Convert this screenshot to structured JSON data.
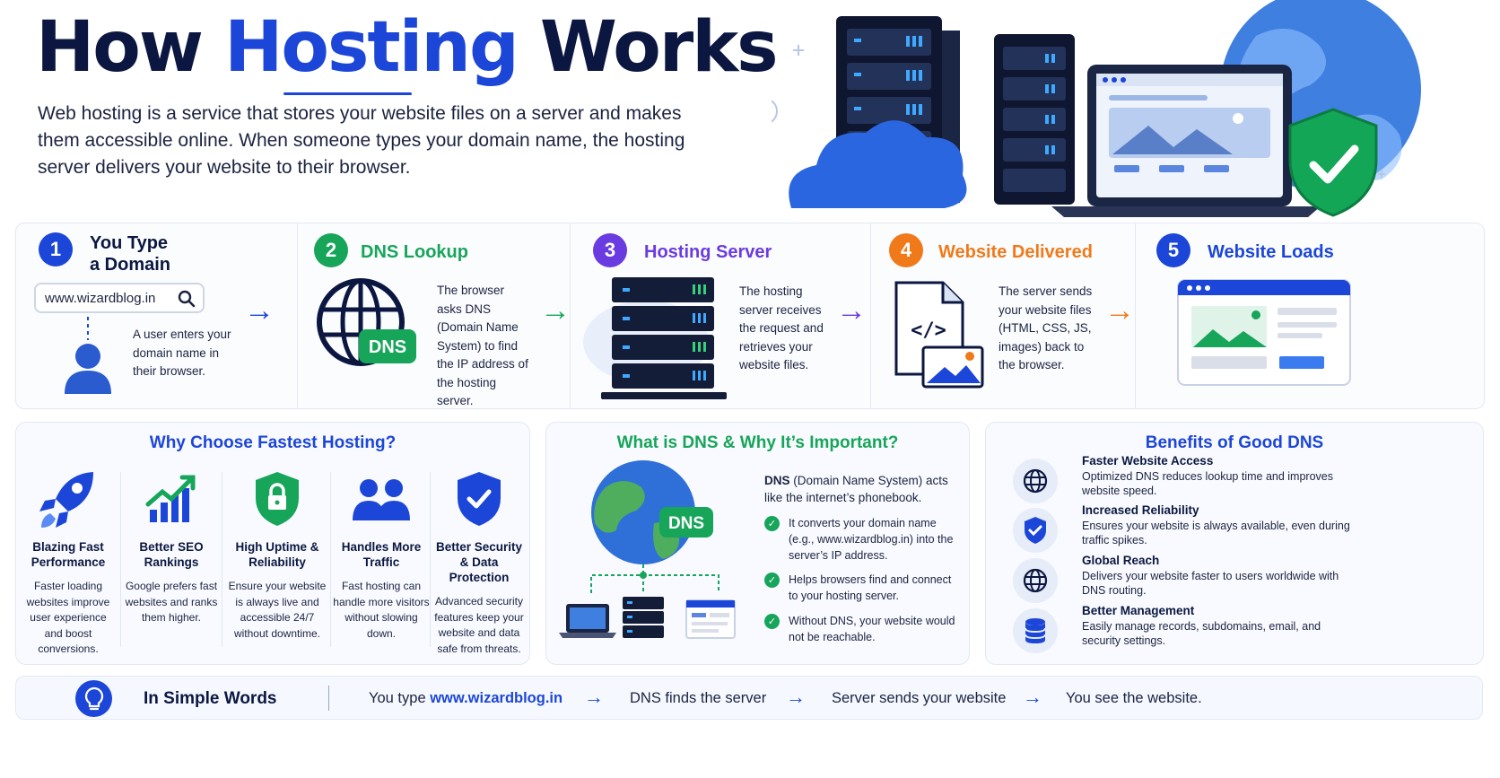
{
  "hero": {
    "title_pre": "How ",
    "title_accent": "Hosting",
    "title_post": " Works",
    "description": "Web hosting is a service that stores your website files on a server and makes them accessible online. When someone types your domain name, the hosting server delivers your website to their browser."
  },
  "colors": {
    "primary": "#1c46d8",
    "green": "#17a55a",
    "purple": "#6a3be0",
    "orange": "#f07a1a",
    "navy": "#0b1740"
  },
  "steps": [
    {
      "number": "1",
      "title": "You Type a Domain",
      "title_line1": "You Type",
      "title_line2": "a Domain",
      "domain": "www.wizardblog.in",
      "text": "A user enters your domain name in their browser.",
      "icons": [
        "search-icon",
        "user-icon"
      ]
    },
    {
      "number": "2",
      "title": "DNS Lookup",
      "badge": "DNS",
      "text": "The browser asks DNS (Domain Name System) to find the IP address of the hosting server.",
      "icons": [
        "globe-icon"
      ]
    },
    {
      "number": "3",
      "title": "Hosting Server",
      "text": "The hosting server receives the request and retrieves your website files.",
      "icons": [
        "server-icon"
      ]
    },
    {
      "number": "4",
      "title": "Website Delivered",
      "text": "The server sends your website files (HTML, CSS, JS, images) back to the browser.",
      "icons": [
        "code-file-icon",
        "image-icon"
      ]
    },
    {
      "number": "5",
      "title": "Website Loads",
      "icons": [
        "browser-window-icon"
      ]
    }
  ],
  "why": {
    "title": "Why Choose Fastest Hosting?",
    "items": [
      {
        "title": "Blazing Fast Performance",
        "text": "Faster loading websites improve user experience and boost conversions.",
        "icon": "rocket-icon"
      },
      {
        "title": "Better SEO Rankings",
        "text": "Google prefers fast websites and ranks them higher.",
        "icon": "growth-chart-icon"
      },
      {
        "title": "High Uptime & Reliability",
        "text": "Ensure your website is always live and accessible 24/7 without downtime.",
        "icon": "lock-shield-icon"
      },
      {
        "title": "Handles More Traffic",
        "text": "Fast hosting can handle more visitors without slowing down.",
        "icon": "users-icon"
      },
      {
        "title": "Better Security & Data Protection",
        "text": "Advanced security features keep your website and data safe from threats.",
        "icon": "check-shield-icon"
      }
    ]
  },
  "dns_panel": {
    "title": "What is DNS & Why It’s Important?",
    "globe_badge": "DNS",
    "intro_bold": "DNS",
    "intro_rest": " (Domain Name System) acts like the internet’s phonebook.",
    "points": [
      "It converts your domain name (e.g., www.wizardblog.in) into the server’s IP address.",
      "Helps browsers find and connect to your hosting server.",
      "Without DNS, your website would not be reachable."
    ]
  },
  "benefits": {
    "title": "Benefits of Good DNS",
    "items": [
      {
        "title": "Faster Website Access",
        "text": "Optimized DNS reduces lookup time and improves website speed.",
        "icon": "globe-icon"
      },
      {
        "title": "Increased Reliability",
        "text": "Ensures your website is always available, even during traffic spikes.",
        "icon": "shield-icon"
      },
      {
        "title": "Global Reach",
        "text": "Delivers your website faster to users worldwide with DNS routing.",
        "icon": "globe-icon"
      },
      {
        "title": "Better Management",
        "text": "Easily manage records, subdomains, email, and security settings.",
        "icon": "database-icon"
      }
    ]
  },
  "simple": {
    "title": "In Simple Words",
    "step1_pre": "You type ",
    "step1_domain": "www.wizardblog.in",
    "step2": "DNS finds the server",
    "step3": "Server sends your website",
    "step4": "You see the website.",
    "arrow": "→",
    "icon": "lightbulb-icon"
  }
}
